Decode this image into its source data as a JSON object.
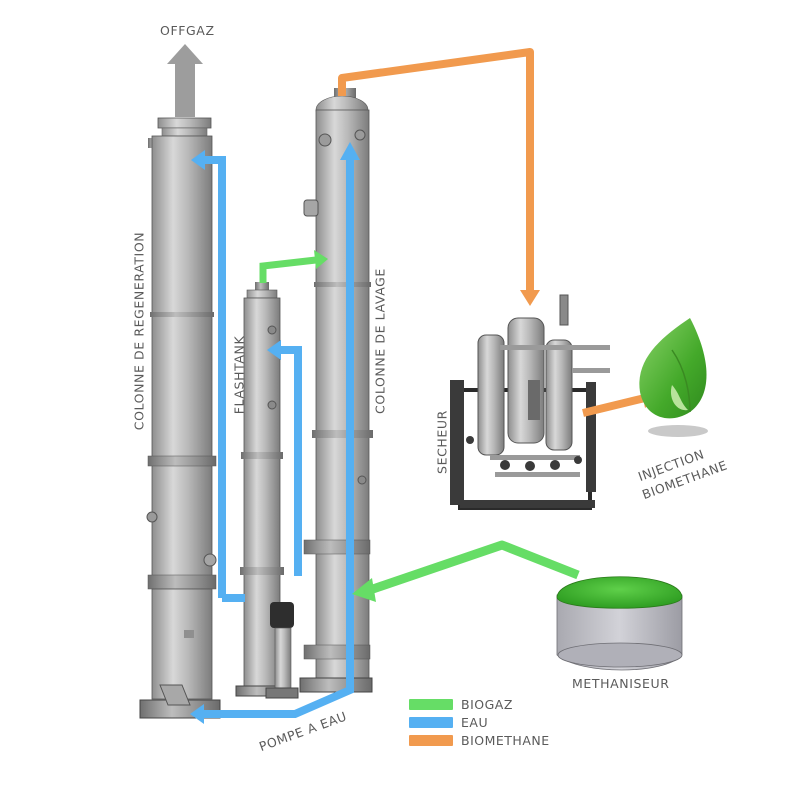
{
  "labels": {
    "offgaz": "OFFGAZ",
    "colonne_regeneration": "COLONNE DE REGENERATION",
    "flashtank": "FLASHTANK",
    "colonne_lavage": "COLONNE DE LAVAGE",
    "secheur": "SECHEUR",
    "injection_line1": "INJECTION",
    "injection_line2": "BIOMETHANE",
    "methaniseur": "METHANISEUR",
    "pompe": "POMPE A EAU"
  },
  "legend": [
    {
      "label": "BIOGAZ",
      "color": "#66dd66"
    },
    {
      "label": "EAU",
      "color": "#55b0f2"
    },
    {
      "label": "BIOMETHANE",
      "color": "#f19a4e"
    }
  ],
  "colors": {
    "biogaz": "#66dd66",
    "eau": "#55b0f2",
    "biomethane": "#f19a4e",
    "offgaz": "#9a9a9a",
    "leaf": "#4caf2e",
    "dome": "#3fb52b"
  },
  "icons": [
    "leaf-icon",
    "pump-icon",
    "dome-icon"
  ]
}
